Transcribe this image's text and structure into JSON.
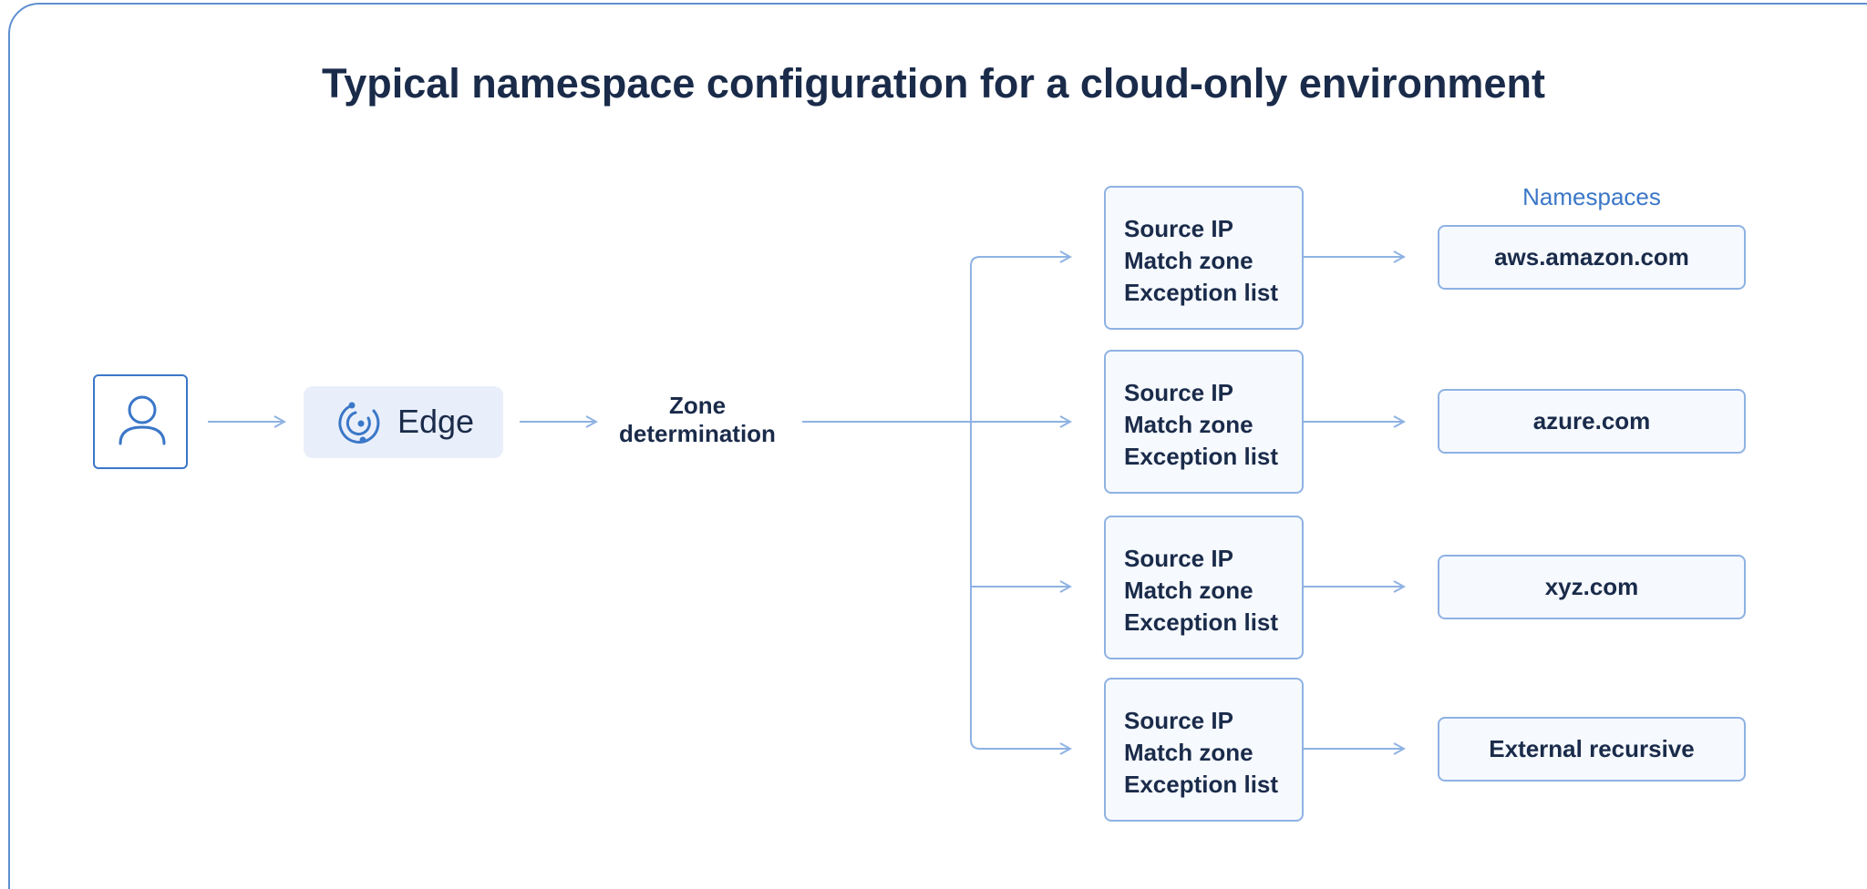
{
  "diagram": {
    "title": "Typical namespace configuration for a cloud-only environment",
    "nodes": {
      "user": {
        "icon": "user-icon"
      },
      "edge": {
        "label": "Edge",
        "icon": "edge-logo-icon"
      },
      "zone": {
        "line1": "Zone",
        "line2": "determination"
      }
    },
    "rules": [
      {
        "line1": "Source IP",
        "line2": "Match zone",
        "line3": "Exception list"
      },
      {
        "line1": "Source IP",
        "line2": "Match zone",
        "line3": "Exception list"
      },
      {
        "line1": "Source IP",
        "line2": "Match zone",
        "line3": "Exception list"
      },
      {
        "line1": "Source IP",
        "line2": "Match zone",
        "line3": "Exception list"
      }
    ],
    "namespaces_header": "Namespaces",
    "namespaces": [
      {
        "label": "aws.amazon.com"
      },
      {
        "label": "azure.com"
      },
      {
        "label": "xyz.com"
      },
      {
        "label": "External recursive"
      }
    ],
    "colors": {
      "accent": "#3b77c8",
      "connector": "#8eb2e3",
      "text": "#1a2b4a",
      "edge_bg": "#e9effa"
    }
  }
}
